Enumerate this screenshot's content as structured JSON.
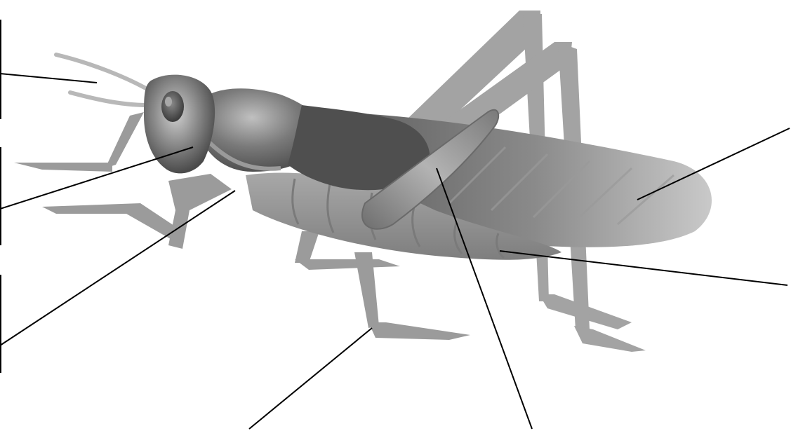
{
  "diagram": {
    "subject": "grasshopper-illustration",
    "label_slots": [
      {
        "id": "antenna",
        "text": ""
      },
      {
        "id": "head",
        "text": ""
      },
      {
        "id": "thorax",
        "text": ""
      },
      {
        "id": "leg",
        "text": ""
      },
      {
        "id": "hind-leg",
        "text": ""
      },
      {
        "id": "abdomen",
        "text": ""
      },
      {
        "id": "wing",
        "text": ""
      }
    ],
    "colors": {
      "background": "#ffffff",
      "leader_line": "#000000",
      "body_dark": "#4d4d4d",
      "body_mid": "#777777",
      "limb_gray": "#9a9a9a",
      "wing_light": "#b8b8b8"
    }
  }
}
